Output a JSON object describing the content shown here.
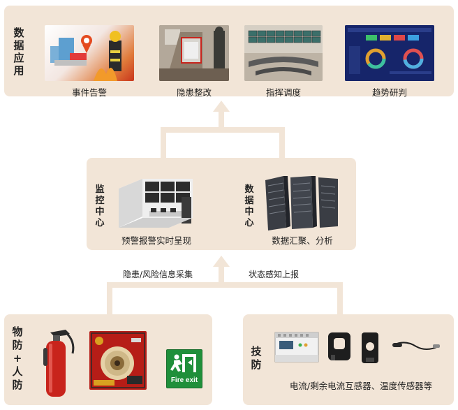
{
  "top": {
    "title_chars": [
      "数",
      "据",
      "应",
      "用"
    ],
    "items": [
      {
        "label": "事件告警"
      },
      {
        "label": "隐患整改"
      },
      {
        "label": "指挥调度"
      },
      {
        "label": "趋势研判"
      }
    ]
  },
  "middle": {
    "monitor_title_chars": [
      "监",
      "控",
      "中",
      "心"
    ],
    "monitor_caption": "预警报警实时呈现",
    "data_title_chars": [
      "数",
      "据",
      "中",
      "心"
    ],
    "data_caption": "数据汇聚、分析"
  },
  "flow": {
    "left_label": "隐患/风险信息采集",
    "right_label": "状态感知上报"
  },
  "bottom_left": {
    "title_chars": [
      "物",
      "防",
      "+",
      "人",
      "防"
    ],
    "sign_text": "Fire exit"
  },
  "bottom_right": {
    "title_chars": [
      "技",
      "防"
    ],
    "caption": "电流/剩余电流互感器、温度传感器等"
  },
  "colors": {
    "panel": "#f2e5d7",
    "connector": "#f2e5d7",
    "fire_red": "#c8241c",
    "exit_green": "#1f8f3a"
  }
}
